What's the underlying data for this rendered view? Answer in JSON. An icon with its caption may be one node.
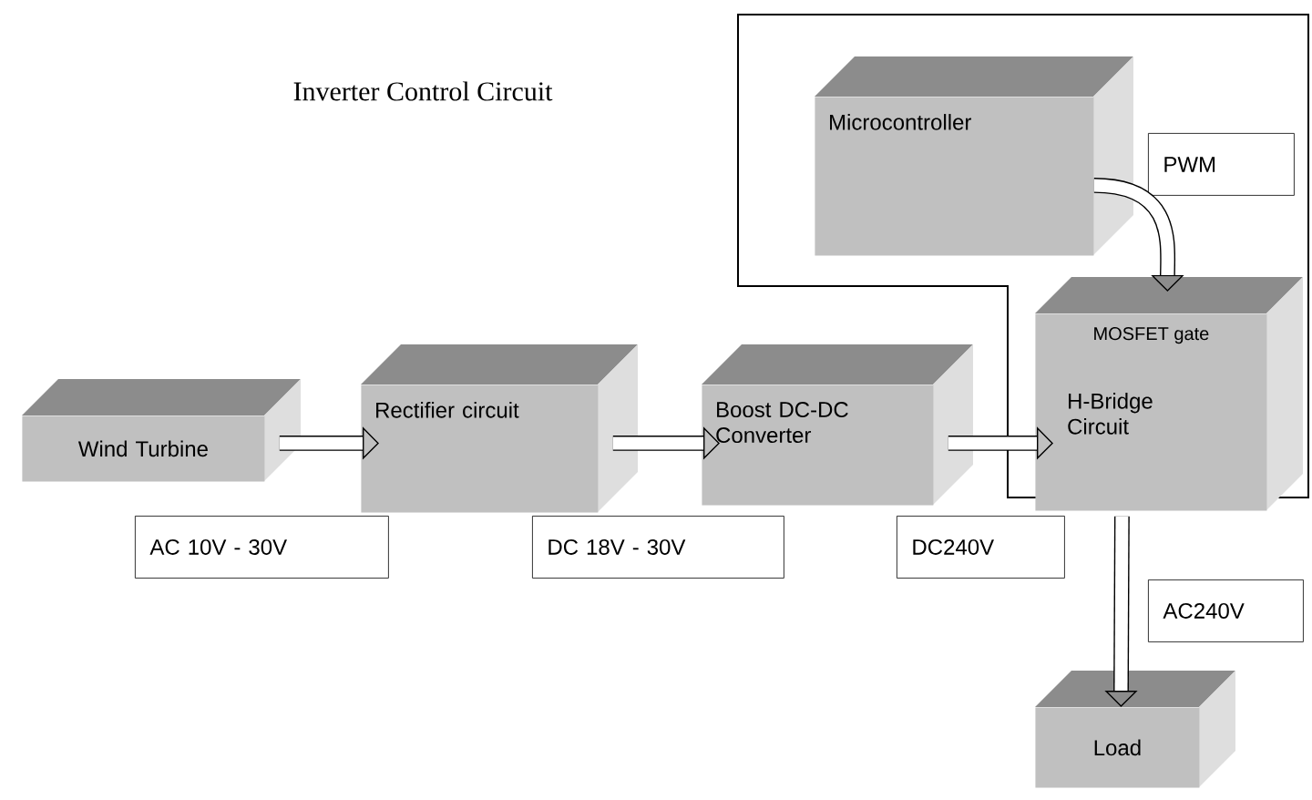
{
  "diagram": {
    "title": "Inverter Control Circuit",
    "nodes": [
      {
        "text": [
          "Wind Turbine"
        ]
      },
      {
        "text": [
          "Rectifier circuit"
        ]
      },
      {
        "text": [
          "Boost DC-DC Converter"
        ]
      },
      {
        "text": [
          "Microcontroller"
        ]
      },
      {
        "text": [
          "MOSFET gate",
          "H-Bridge Circuit"
        ]
      },
      {
        "text": [
          "Load"
        ]
      },
      {
        "text": [
          "PWM"
        ]
      },
      {
        "text": [
          "AC 10V - 30V"
        ]
      },
      {
        "text": [
          "DC 18V - 30V"
        ]
      },
      {
        "text": [
          "DC240V"
        ]
      },
      {
        "text": [
          "AC240V"
        ]
      }
    ],
    "edges": [
      {
        "from": 0,
        "to": 1,
        "arrow": "to"
      },
      {
        "from": 1,
        "to": 2,
        "arrow": "to"
      },
      {
        "from": 2,
        "to": 4,
        "arrow": "to"
      },
      {
        "from": 3,
        "to": 4,
        "arrow": "to"
      },
      {
        "from": 4,
        "to": 5,
        "arrow": "to"
      }
    ]
  }
}
